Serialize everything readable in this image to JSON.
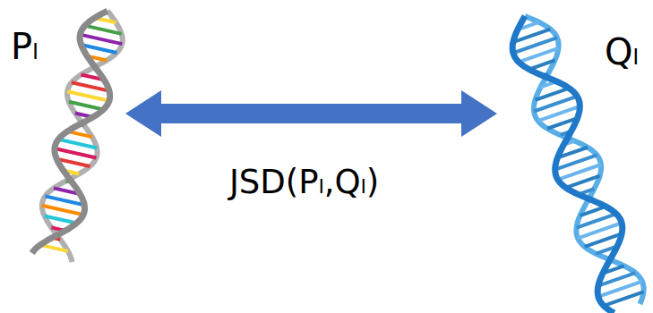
{
  "diagram": {
    "nodes": [
      {
        "text": [
          "Pₗ"
        ]
      },
      {
        "text": [
          "Qₗ"
        ]
      }
    ],
    "edges": [
      {
        "from": 0,
        "to": 1,
        "arrow": "both",
        "label": "JSD(Pₗ,Qₗ)"
      }
    ]
  }
}
